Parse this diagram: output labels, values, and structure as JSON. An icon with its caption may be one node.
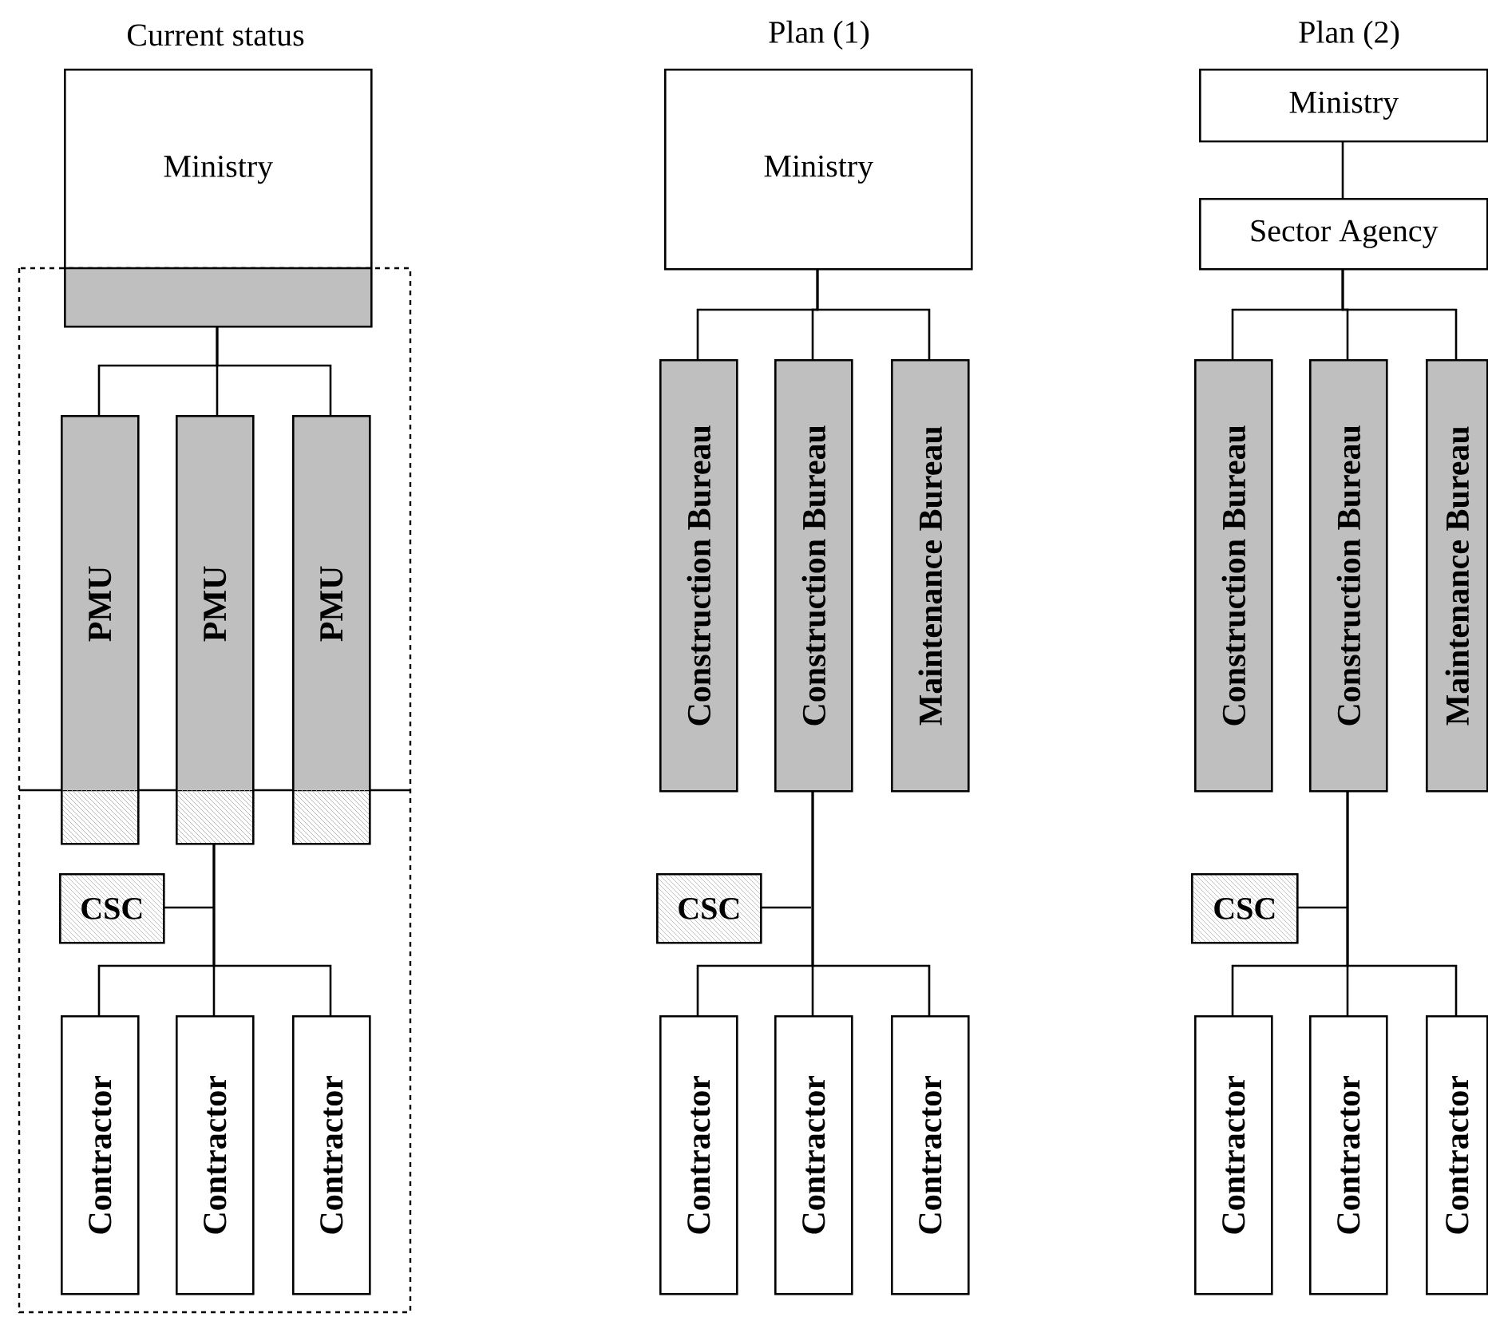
{
  "diagram": {
    "nodes": [
      {
        "text": [
          "Ministry"
        ]
      },
      {
        "text": [
          "PMU"
        ]
      },
      {
        "text": [
          "PMU"
        ]
      },
      {
        "text": [
          "PMU"
        ]
      },
      {
        "text": [
          "CSC"
        ]
      },
      {
        "text": [
          "Contractor"
        ]
      },
      {
        "text": [
          "Contractor"
        ]
      },
      {
        "text": [
          "Contractor"
        ]
      },
      {
        "text": [
          "Ministry"
        ]
      },
      {
        "text": [
          "Construction Bureau"
        ]
      },
      {
        "text": [
          "Construction Bureau"
        ]
      },
      {
        "text": [
          "Maintenance Bureau"
        ]
      },
      {
        "text": [
          "CSC"
        ]
      },
      {
        "text": [
          "Contractor"
        ]
      },
      {
        "text": [
          "Contractor"
        ]
      },
      {
        "text": [
          "Contractor"
        ]
      },
      {
        "text": [
          "Ministry"
        ]
      },
      {
        "text": [
          "Sector Agency"
        ]
      },
      {
        "text": [
          "Construction Bureau"
        ]
      },
      {
        "text": [
          "Construction Bureau"
        ]
      },
      {
        "text": [
          "Maintenance Bureau"
        ]
      },
      {
        "text": [
          "CSC"
        ]
      },
      {
        "text": [
          "Contractor"
        ]
      },
      {
        "text": [
          "Contractor"
        ]
      },
      {
        "text": [
          "Contractor"
        ]
      }
    ],
    "edges": [
      {
        "from": 0,
        "to": 1,
        "arrow": "none"
      },
      {
        "from": 0,
        "to": 2,
        "arrow": "none"
      },
      {
        "from": 0,
        "to": 3,
        "arrow": "none"
      },
      {
        "from": 2,
        "to": 5,
        "arrow": "none"
      },
      {
        "from": 2,
        "to": 6,
        "arrow": "none"
      },
      {
        "from": 2,
        "to": 7,
        "arrow": "none"
      },
      {
        "from": 4,
        "to": null,
        "arrow": "none"
      },
      {
        "from": 8,
        "to": 9,
        "arrow": "none"
      },
      {
        "from": 8,
        "to": 10,
        "arrow": "none"
      },
      {
        "from": 8,
        "to": 11,
        "arrow": "none"
      },
      {
        "from": 10,
        "to": 13,
        "arrow": "none"
      },
      {
        "from": 10,
        "to": 14,
        "arrow": "none"
      },
      {
        "from": 10,
        "to": 15,
        "arrow": "none"
      },
      {
        "from": 12,
        "to": null,
        "arrow": "none"
      },
      {
        "from": 16,
        "to": 17,
        "arrow": "none"
      },
      {
        "from": 17,
        "to": 18,
        "arrow": "none"
      },
      {
        "from": 17,
        "to": 19,
        "arrow": "none"
      },
      {
        "from": 17,
        "to": 20,
        "arrow": "none"
      },
      {
        "from": 19,
        "to": 22,
        "arrow": "none"
      },
      {
        "from": 19,
        "to": 23,
        "arrow": "none"
      },
      {
        "from": 19,
        "to": 24,
        "arrow": "none"
      },
      {
        "from": 21,
        "to": null,
        "arrow": "none"
      }
    ],
    "labels": [
      "Current status",
      "Plan (1)",
      "Plan (2)"
    ]
  }
}
